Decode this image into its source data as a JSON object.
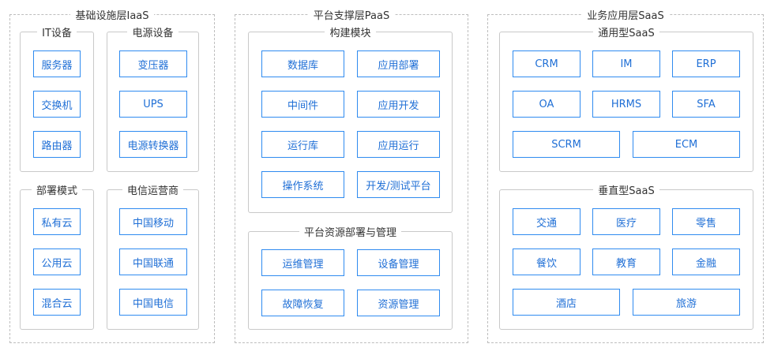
{
  "iaas": {
    "title": "基础设施层IaaS",
    "it": {
      "title": "IT设备",
      "items": [
        "服务器",
        "交换机",
        "路由器"
      ]
    },
    "power": {
      "title": "电源设备",
      "items": [
        "变压器",
        "UPS",
        "电源转换器"
      ]
    },
    "deploy": {
      "title": "部署模式",
      "items": [
        "私有云",
        "公用云",
        "混合云"
      ]
    },
    "telecom": {
      "title": "电信运营商",
      "items": [
        "中国移动",
        "中国联通",
        "中国电信"
      ]
    }
  },
  "paas": {
    "title": "平台支撑层PaaS",
    "build": {
      "title": "构建模块",
      "items": [
        "数据库",
        "应用部署",
        "中间件",
        "应用开发",
        "运行库",
        "应用运行",
        "操作系统",
        "开发/测试平台"
      ]
    },
    "resource": {
      "title": "平台资源部署与管理",
      "items": [
        "运维管理",
        "设备管理",
        "故障恢复",
        "资源管理"
      ]
    }
  },
  "saas": {
    "title": "业务应用层SaaS",
    "general": {
      "title": "通用型SaaS",
      "items": [
        "CRM",
        "IM",
        "ERP",
        "OA",
        "HRMS",
        "SFA",
        "SCRM",
        "ECM"
      ]
    },
    "vertical": {
      "title": "垂直型SaaS",
      "items": [
        "交通",
        "医疗",
        "零售",
        "餐饮",
        "教育",
        "金融",
        "酒店",
        "旅游"
      ]
    }
  }
}
